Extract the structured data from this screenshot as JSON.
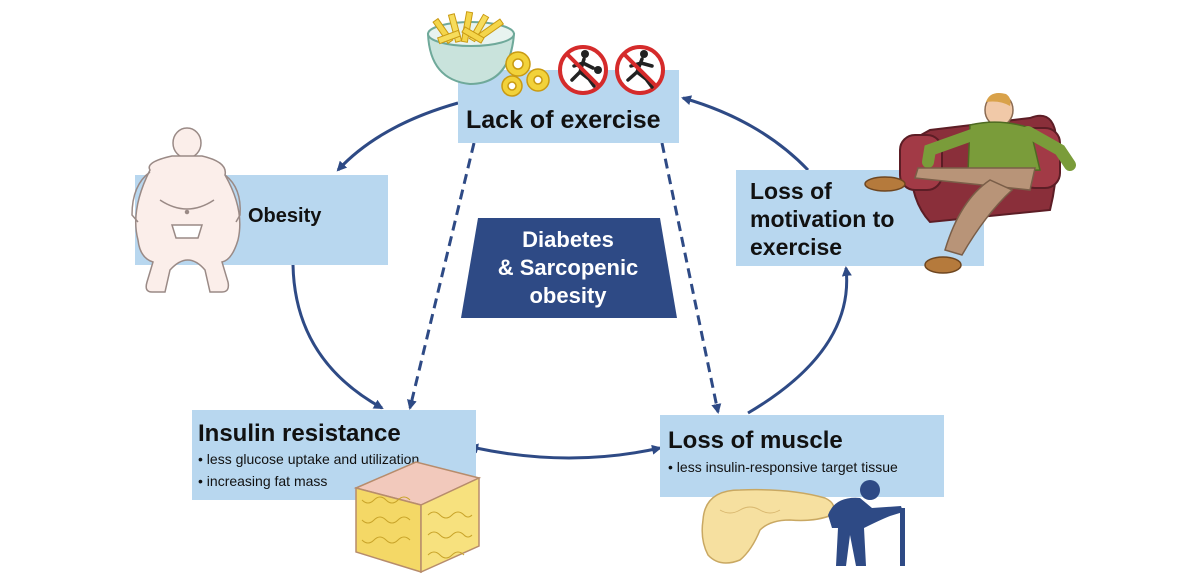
{
  "nodes": {
    "lack_of_exercise": {
      "title": "Lack of exercise"
    },
    "obesity": {
      "title": "Obesity"
    },
    "motivation": {
      "title_lines": [
        "Loss of",
        "motivation to",
        "exercise"
      ]
    },
    "insulin_resistance": {
      "title": "Insulin resistance",
      "bullets": [
        "• less glucose uptake and utilization",
        "• increasing fat mass"
      ]
    },
    "loss_of_muscle": {
      "title": "Loss of muscle",
      "bullets": [
        "• less insulin-responsive target tissue"
      ]
    }
  },
  "center": {
    "lines": [
      "Diabetes",
      "& Sarcopenic",
      "obesity"
    ]
  },
  "icons": [
    "bowl-of-fries-icon",
    "onion-rings-icon",
    "no-running-icon",
    "no-running-icon",
    "obese-body-icon",
    "man-in-armchair-icon",
    "fat-tissue-block-icon",
    "pancreas-icon",
    "elderly-person-with-cane-icon"
  ],
  "colors": {
    "box_fill": "#b8d7ef",
    "center_fill": "#2e4a85",
    "arrow": "#2e4a85",
    "prohibition": "#d52b2b"
  }
}
